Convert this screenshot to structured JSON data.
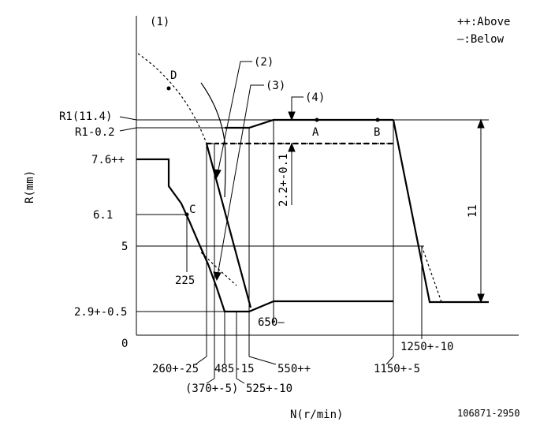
{
  "axes": {
    "y_label": "R(mm)",
    "x_label": "N(r/min)",
    "origin": "0"
  },
  "legend": {
    "above": "++:Above",
    "below": "—:Below"
  },
  "figure_id": "106871-2950",
  "y_ticks": {
    "r1": "R1(11.4)",
    "r1_minus": "R1-0.2",
    "v76": "7.6++",
    "v61": "6.1",
    "v5": "5",
    "v29": "2.9+-0.5",
    "zero": "0"
  },
  "x_ticks": {
    "t260": "260+-25",
    "t370": "(370+-5)",
    "t485": "485-15",
    "t525": "525+-10",
    "t550": "550++",
    "t1150": "1150+-5",
    "t1250": "1250+-10",
    "t225": "225",
    "t650": "650—"
  },
  "callouts": {
    "c1": "(1)",
    "c2": "(2)",
    "c3": "(3)",
    "c4": "(4)",
    "pA": "A",
    "pB": "B",
    "pC": "C",
    "pD": "D"
  },
  "dims": {
    "d22": "2.2+-0.1",
    "d11": "11"
  }
}
